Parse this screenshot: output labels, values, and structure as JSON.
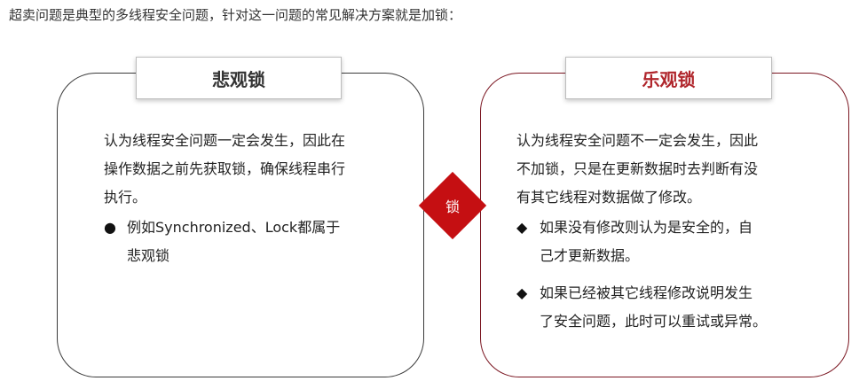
{
  "intro": "超卖问题是典型的多线程安全问题，针对这一问题的常见解决方案就是加锁：",
  "center": {
    "label": "锁",
    "color": "#c50f12"
  },
  "pessimistic": {
    "title": "悲观锁",
    "line1": "认为线程安全问题一定会发生，因此在",
    "line2": "操作数据之前先获取锁，确保线程串行",
    "line3": "执行。",
    "bullet_mark": "●",
    "bullet_line1": "例如Synchronized、Lock都属于",
    "bullet_line2": "悲观锁"
  },
  "optimistic": {
    "title": "乐观锁",
    "title_color": "#b0262c",
    "line1": "认为线程安全问题不一定会发生，因此",
    "line2": "不加锁，只是在更新数据时去判断有没",
    "line3": "有其它线程对数据做了修改。",
    "bullet_mark": "◆",
    "bullet1_line1": "如果没有修改则认为是安全的，自",
    "bullet1_line2": "己才更新数据。",
    "bullet2_line1": "如果已经被其它线程修改说明发生",
    "bullet2_line2": "了安全问题，此时可以重试或异常。"
  }
}
